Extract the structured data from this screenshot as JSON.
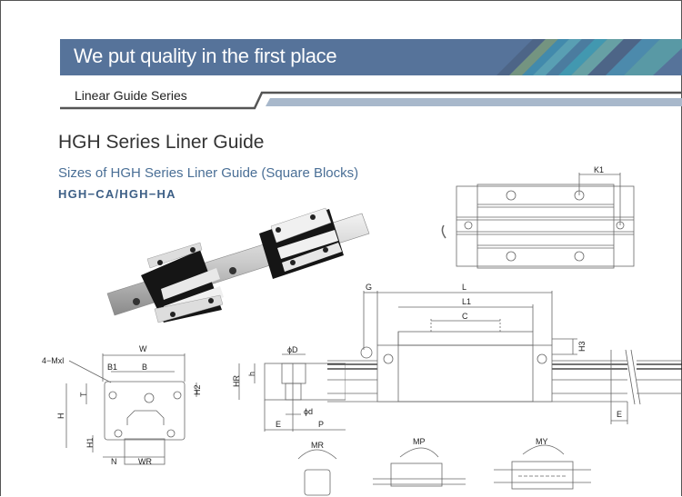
{
  "header": {
    "slogan": "We put quality in the first place",
    "section": "Linear Guide Series"
  },
  "main": {
    "title": "HGH Series Liner Guide",
    "subtitle": "Sizes of HGH Series Liner Guide (Square Blocks)",
    "model": "HGH−CA/HGH−HA"
  },
  "colors": {
    "banner": "#56739a",
    "subtitle": "#4a6f96",
    "bar_light": "#a8b8cb",
    "bar_dark": "#555555"
  },
  "drawings": {
    "top_view": {
      "k1": "K1"
    },
    "side_view": {
      "g": "G",
      "l": "L",
      "l1": "L1",
      "c": "C",
      "h3": "H3",
      "e": "E"
    },
    "rail_section": {
      "phi_d_upper": "ϕD",
      "phi_d_lower": "ϕd",
      "h": "h",
      "hr": "HR",
      "e": "E",
      "p": "P"
    },
    "front_view": {
      "w": "W",
      "b1": "B1",
      "b": "B",
      "mxl": "4−Mxl",
      "t": "T",
      "h2": "H2",
      "h": "H",
      "h1": "H1",
      "n": "N",
      "wr": "WR"
    },
    "moments": {
      "mr": "MR",
      "mp": "MP",
      "my": "MY"
    }
  }
}
